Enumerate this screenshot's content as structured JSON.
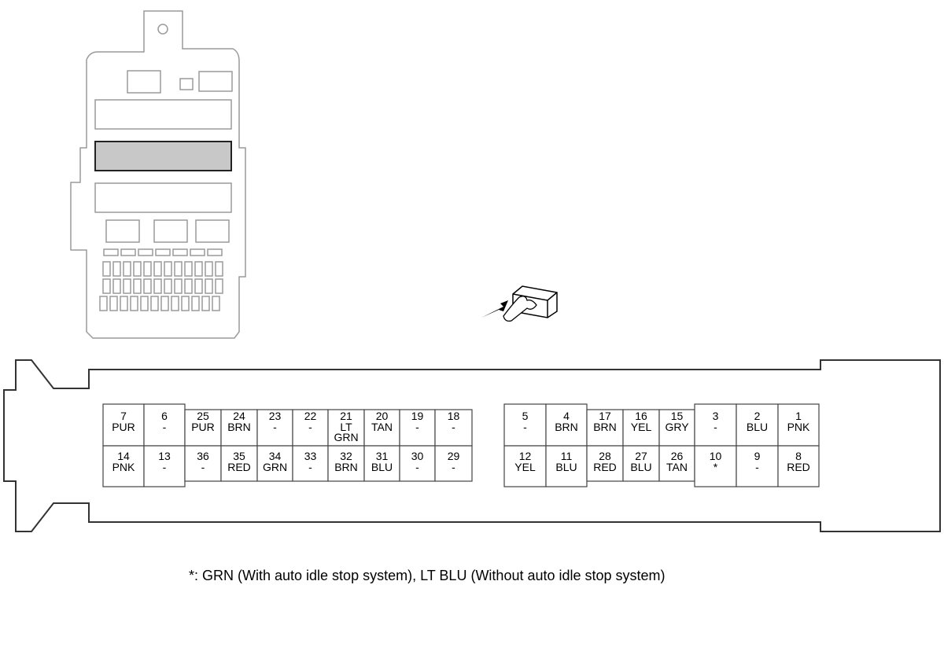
{
  "connector": {
    "left_block": [
      {
        "num": "7",
        "color": "PUR"
      },
      {
        "num": "6",
        "color": "-"
      },
      {
        "num": "25",
        "color": "PUR"
      },
      {
        "num": "24",
        "color": "BRN"
      },
      {
        "num": "23",
        "color": "-"
      },
      {
        "num": "22",
        "color": "-"
      },
      {
        "num": "21",
        "color": "LT\nGRN"
      },
      {
        "num": "20",
        "color": "TAN"
      },
      {
        "num": "19",
        "color": "-"
      },
      {
        "num": "18",
        "color": "-"
      },
      {
        "num": "14",
        "color": "PNK"
      },
      {
        "num": "13",
        "color": "-"
      },
      {
        "num": "36",
        "color": "-"
      },
      {
        "num": "35",
        "color": "RED"
      },
      {
        "num": "34",
        "color": "GRN"
      },
      {
        "num": "33",
        "color": "-"
      },
      {
        "num": "32",
        "color": "BRN"
      },
      {
        "num": "31",
        "color": "BLU"
      },
      {
        "num": "30",
        "color": "-"
      },
      {
        "num": "29",
        "color": "-"
      }
    ],
    "right_block": [
      {
        "num": "5",
        "color": "-"
      },
      {
        "num": "4",
        "color": "BRN"
      },
      {
        "num": "17",
        "color": "BRN"
      },
      {
        "num": "16",
        "color": "YEL"
      },
      {
        "num": "15",
        "color": "GRY"
      },
      {
        "num": "3",
        "color": "-"
      },
      {
        "num": "2",
        "color": "BLU"
      },
      {
        "num": "1",
        "color": "PNK"
      },
      {
        "num": "12",
        "color": "YEL"
      },
      {
        "num": "11",
        "color": "BLU"
      },
      {
        "num": "28",
        "color": "RED"
      },
      {
        "num": "27",
        "color": "BLU"
      },
      {
        "num": "26",
        "color": "TAN"
      },
      {
        "num": "10",
        "color": "*"
      },
      {
        "num": "9",
        "color": "-"
      },
      {
        "num": "8",
        "color": "RED"
      }
    ]
  },
  "footnote": "*: GRN (With auto idle stop system), LT BLU (Without auto idle stop system)",
  "icons": {
    "fuse_box": "fuse-box-icon",
    "view_direction": "terminal-side-view-icon"
  }
}
